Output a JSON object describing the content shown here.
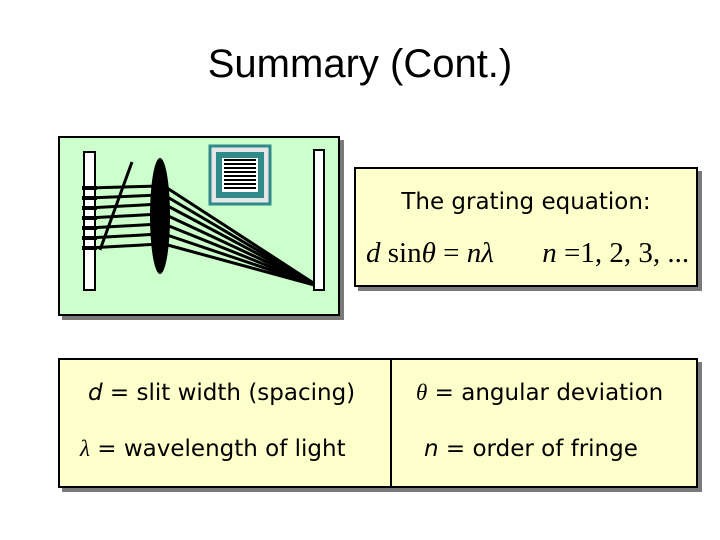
{
  "slide": {
    "title": "Summary (Cont.)"
  },
  "equation": {
    "heading": "The grating equation:",
    "lhs_var": "d",
    "func": "sin",
    "angle": "θ",
    "equals": "=",
    "n": "n",
    "lambda": "λ",
    "rhs_var": "n",
    "values": "1, 2, 3, ..."
  },
  "definitions": {
    "d": {
      "symbol": "d",
      "sep": " = ",
      "text": "slit width (spacing)"
    },
    "lambda": {
      "symbol": "λ",
      "sep": " = ",
      "text": "wavelength of light"
    },
    "theta": {
      "symbol": "θ",
      "sep": " = ",
      "text": "angular deviation"
    },
    "n": {
      "symbol": "n",
      "sep": " = ",
      "text": "order of fringe"
    }
  },
  "colors": {
    "diagram_bg": "#ccffcc",
    "box_bg": "#ffffcc",
    "lens": "#000000",
    "grating_bar": "#ffffff",
    "inset_frame": "#2f8a8a"
  }
}
